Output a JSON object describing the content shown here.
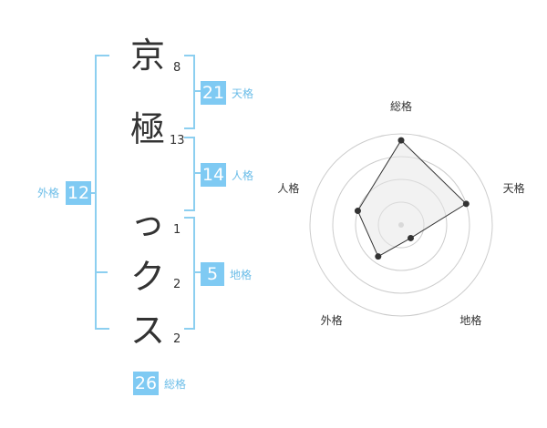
{
  "name": {
    "characters": [
      {
        "char": "京",
        "strokes": "8"
      },
      {
        "char": "極",
        "strokes": "13"
      },
      {
        "char": "っ",
        "strokes": "1"
      },
      {
        "char": "ク",
        "strokes": "2"
      },
      {
        "char": "ス",
        "strokes": "2"
      }
    ]
  },
  "scores": {
    "tenkaku": {
      "value": "21",
      "label": "天格"
    },
    "jinkaku": {
      "value": "14",
      "label": "人格"
    },
    "chikaku": {
      "value": "5",
      "label": "地格"
    },
    "gaikaku": {
      "value": "12",
      "label": "外格"
    },
    "soukaku": {
      "value": "26",
      "label": "総格"
    }
  },
  "colors": {
    "accent": "#7fcaf3",
    "bracket": "#8ccff0",
    "label": "#6bbde8"
  },
  "chart_data": {
    "type": "radar",
    "axes": [
      "総格",
      "天格",
      "地格",
      "外格",
      "人格"
    ],
    "values": [
      26,
      21,
      5,
      12,
      14
    ],
    "rings": 4
  }
}
